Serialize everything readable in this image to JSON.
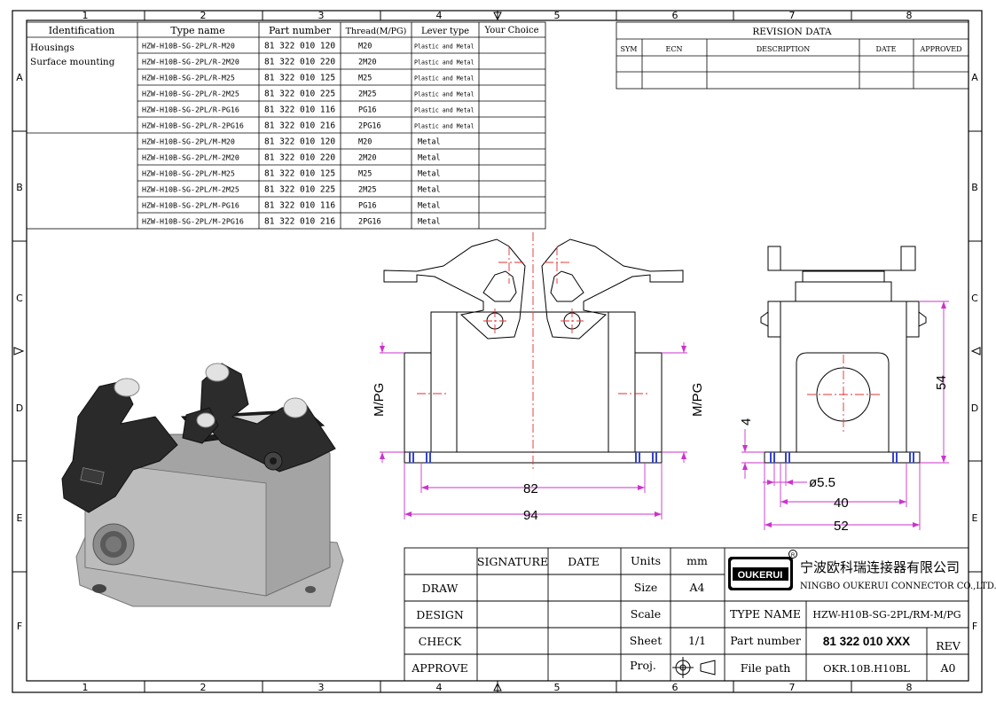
{
  "frame": {
    "col_numbers": [
      "1",
      "2",
      "3",
      "4",
      "5",
      "6",
      "7",
      "8"
    ],
    "row_letters": [
      "A",
      "B",
      "C",
      "D",
      "E",
      "F"
    ]
  },
  "parts_table": {
    "headers": [
      "Identification",
      "Type name",
      "Part number",
      "Thread(M/PG)",
      "Lever type",
      "Your Choice"
    ],
    "identification_lines": [
      "Housings",
      "Surface mounting"
    ],
    "rows": [
      {
        "type": "HZW-H10B-SG-2PL/R-M20",
        "part": "81 322 010 120",
        "thread": "M20",
        "lever": "Plastic and Metal"
      },
      {
        "type": "HZW-H10B-SG-2PL/R-2M20",
        "part": "81 322 010 220",
        "thread": "2M20",
        "lever": "Plastic and Metal"
      },
      {
        "type": "HZW-H10B-SG-2PL/R-M25",
        "part": "81 322 010 125",
        "thread": "M25",
        "lever": "Plastic and Metal"
      },
      {
        "type": "HZW-H10B-SG-2PL/R-2M25",
        "part": "81 322 010 225",
        "thread": "2M25",
        "lever": "Plastic and Metal"
      },
      {
        "type": "HZW-H10B-SG-2PL/R-PG16",
        "part": "81 322 010 116",
        "thread": "PG16",
        "lever": "Plastic and Metal"
      },
      {
        "type": "HZW-H10B-SG-2PL/R-2PG16",
        "part": "81 322 010 216",
        "thread": "2PG16",
        "lever": "Plastic and Metal"
      },
      {
        "type": "HZW-H10B-SG-2PL/M-M20",
        "part": "81 322 010 120",
        "thread": "M20",
        "lever": "Metal"
      },
      {
        "type": "HZW-H10B-SG-2PL/M-2M20",
        "part": "81 322 010 220",
        "thread": "2M20",
        "lever": "Metal"
      },
      {
        "type": "HZW-H10B-SG-2PL/M-M25",
        "part": "81 322 010 125",
        "thread": "M25",
        "lever": "Metal"
      },
      {
        "type": "HZW-H10B-SG-2PL/M-2M25",
        "part": "81 322 010 225",
        "thread": "2M25",
        "lever": "Metal"
      },
      {
        "type": "HZW-H10B-SG-2PL/M-PG16",
        "part": "81 322 010 116",
        "thread": "PG16",
        "lever": "Metal"
      },
      {
        "type": "HZW-H10B-SG-2PL/M-2PG16",
        "part": "81 322 010 216",
        "thread": "2PG16",
        "lever": "Metal"
      }
    ]
  },
  "revision": {
    "title": "REVISION   DATA",
    "headers": [
      "SYM",
      "ECN",
      "DESCRIPTION",
      "DATE",
      "APPROVED"
    ]
  },
  "dimensions": {
    "mpg": "M/PG",
    "d82": "82",
    "d94": "94",
    "d54": "54",
    "d4": "4",
    "d55": "ø5.5",
    "d40": "40",
    "d52": "52"
  },
  "title_block": {
    "signature": "SIGNATURE",
    "date": "DATE",
    "draw": "DRAW",
    "design": "DESIGN",
    "check": "CHECK",
    "approve": "APPROVE",
    "units_label": "Units",
    "units_value": "mm",
    "size_label": "Size",
    "size_value": "A4",
    "scale_label": "Scale",
    "sheet_label": "Sheet",
    "sheet_value": "1/1",
    "proj_label": "Proj.",
    "logo_text": "OUKERUI",
    "logo_r": "R",
    "company_cn": "宁波欧科瑞连接器有限公司",
    "company_en": "NINGBO OUKERUI CONNECTOR CO.,LTD.",
    "type_name_label": "TYPE NAME",
    "type_name_value": "HZW-H10B-SG-2PL/RM-M/PG",
    "part_number_label": "Part number",
    "part_number_value": "81 322 010 XXX",
    "rev_label": "REV",
    "file_path_label": "File path",
    "file_path_value": "OKR.10B.H10BL",
    "rev_value": "A0"
  },
  "colors": {
    "line": "#000000",
    "dim": "#cc33cc",
    "center": "#e03030",
    "blue": "#3344cc",
    "part_body": "#9a9a9a",
    "lever": "#2a2a2a"
  }
}
